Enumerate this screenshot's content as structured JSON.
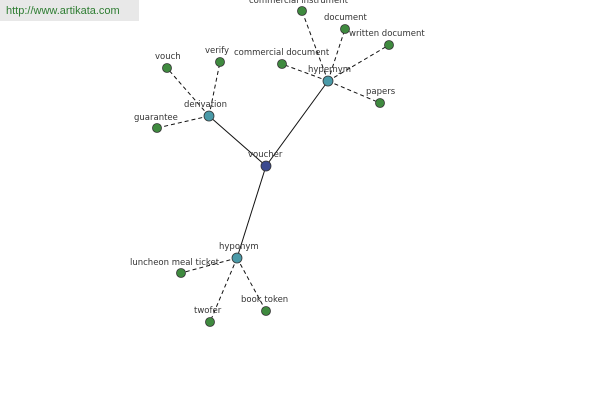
{
  "banner": {
    "url_text": "http://www.artikata.com"
  },
  "colors": {
    "center_node": "#3b4a8f",
    "relation_node": "#4a9aa8",
    "leaf_node": "#3f8a3f",
    "banner_text": "#2e7d32"
  },
  "graph": {
    "center": {
      "id": "voucher",
      "label": "voucher"
    },
    "relations": [
      {
        "id": "derivation",
        "label": "derivation",
        "leaves": [
          "vouch",
          "verify",
          "guarantee"
        ]
      },
      {
        "id": "hypernym",
        "label": "hypernym",
        "leaves": [
          "commercial instrument",
          "document",
          "written document",
          "commercial document",
          "papers"
        ]
      },
      {
        "id": "hyponym",
        "label": "hyponym",
        "leaves": [
          "luncheon meal ticket",
          "twofer",
          "book token"
        ]
      }
    ]
  }
}
